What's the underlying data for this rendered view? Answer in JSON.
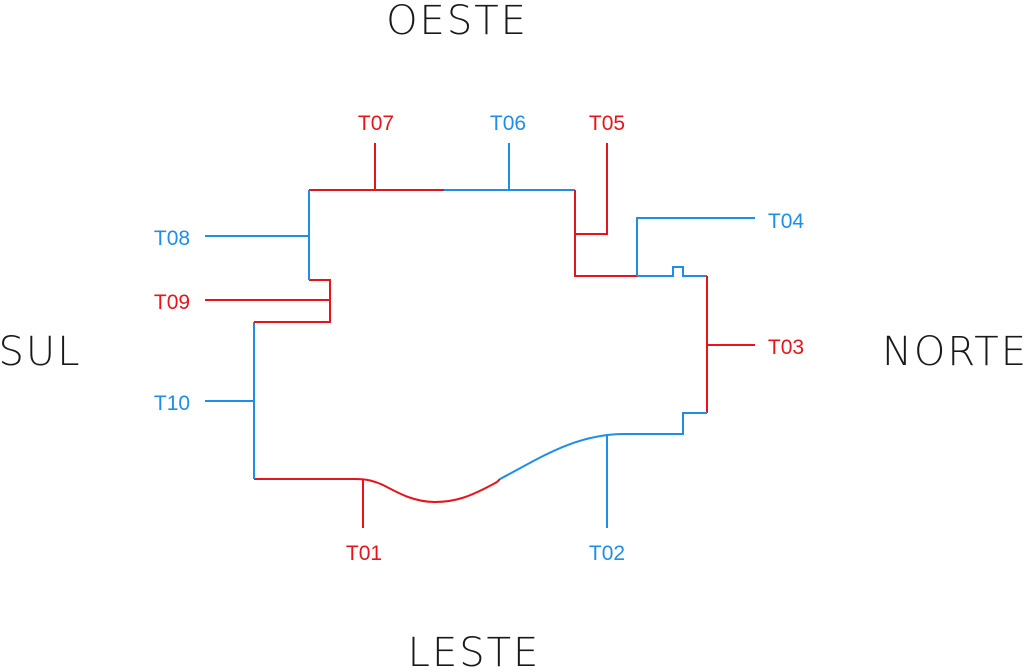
{
  "colors": {
    "red": "#e8141c",
    "blue": "#1e8ee8",
    "text": "#1a1a1a"
  },
  "directions": {
    "top": "OESTE",
    "bottom": "LESTE",
    "left": "SUL",
    "right": "NORTE"
  },
  "segments": [
    {
      "id": "T01",
      "color": "red"
    },
    {
      "id": "T02",
      "color": "blue"
    },
    {
      "id": "T03",
      "color": "red"
    },
    {
      "id": "T04",
      "color": "blue"
    },
    {
      "id": "T05",
      "color": "red"
    },
    {
      "id": "T06",
      "color": "blue"
    },
    {
      "id": "T07",
      "color": "red"
    },
    {
      "id": "T08",
      "color": "blue"
    },
    {
      "id": "T09",
      "color": "red"
    },
    {
      "id": "T10",
      "color": "blue"
    }
  ]
}
